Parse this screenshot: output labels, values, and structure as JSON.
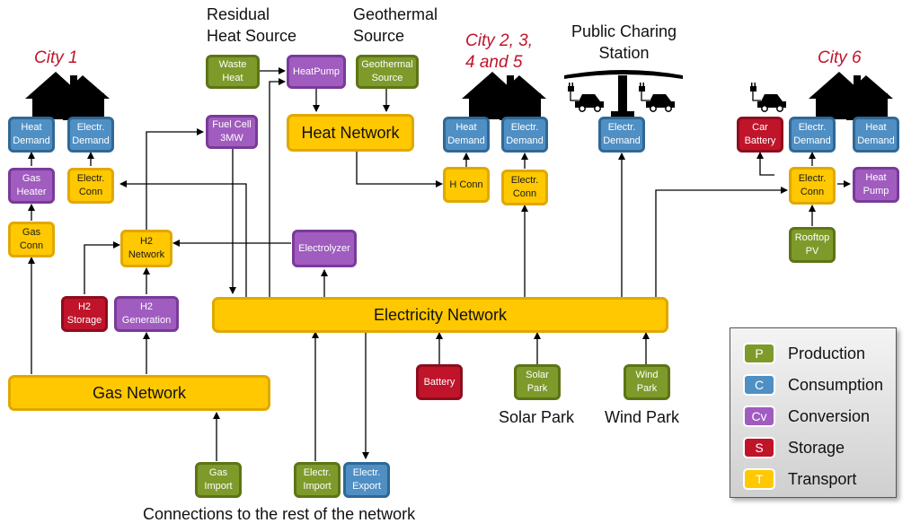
{
  "nodes": {
    "waste_heat": "Waste\nHeat",
    "heatpump_top": "HeatPump",
    "geothermal_source": "Geothermal\nSource",
    "heat_network": "Heat Network",
    "fuel_cell": "Fuel Cell\n3MW",
    "city1_heat_demand": "Heat\nDemand",
    "city1_electr_demand": "Electr.\nDemand",
    "city1_gas_heater": "Gas\nHeater",
    "city1_electr_conn": "Electr.\nConn",
    "city1_gas_conn": "Gas\nConn",
    "h2_network": "H2\nNetwork",
    "electrolyzer": "Electrolyzer",
    "h2_storage": "H2\nStorage",
    "h2_generation": "H2\nGeneration",
    "electricity_network": "Electricity Network",
    "gas_network": "Gas Network",
    "battery": "Battery",
    "solar_park": "Solar\nPark",
    "wind_park": "Wind\nPark",
    "gas_import": "Gas\nImport",
    "electr_import": "Electr.\nImport",
    "electr_export": "Electr.\nExport",
    "city25_heat_demand": "Heat\nDemand",
    "city25_electr_demand": "Electr.\nDemand",
    "h_conn": "H Conn",
    "city25_electr_conn": "Electr.\nConn",
    "public_electr_demand": "Electr.\nDemand",
    "car_battery": "Car\nBattery",
    "city6_electr_demand": "Electr.\nDemand",
    "city6_heat_demand": "Heat\nDemand",
    "city6_electr_conn": "Electr.\nConn",
    "city6_heat_pump": "Heat\nPump",
    "rooftop_pv": "Rooftop\nPV"
  },
  "labels": {
    "residual_heat_source": "Residual\nHeat Source",
    "geothermal_source": "Geothermal\nSource",
    "public_charging_station": "Public Charing\nStation",
    "solar_park": "Solar Park",
    "wind_park": "Wind Park",
    "connections": "Connections to the rest of the network"
  },
  "cities": {
    "city1": "City 1",
    "city2_5": "City 2, 3,\n4 and 5",
    "city6": "City 6"
  },
  "legend": [
    {
      "code": "P",
      "label": "Production",
      "color": "#7e9a2a"
    },
    {
      "code": "C",
      "label": "Consumption",
      "color": "#4f8fc4"
    },
    {
      "code": "Cv",
      "label": "Conversion",
      "color": "#a05cbf"
    },
    {
      "code": "S",
      "label": "Storage",
      "color": "#c0142a"
    },
    {
      "code": "T",
      "label": "Transport",
      "color": "#ffc800"
    }
  ],
  "colors": {
    "production": "#7e9a2a",
    "consumption": "#4f8fc4",
    "conversion": "#a05cbf",
    "storage": "#c0142a",
    "transport": "#ffc800",
    "city_label": "#c0142a"
  }
}
